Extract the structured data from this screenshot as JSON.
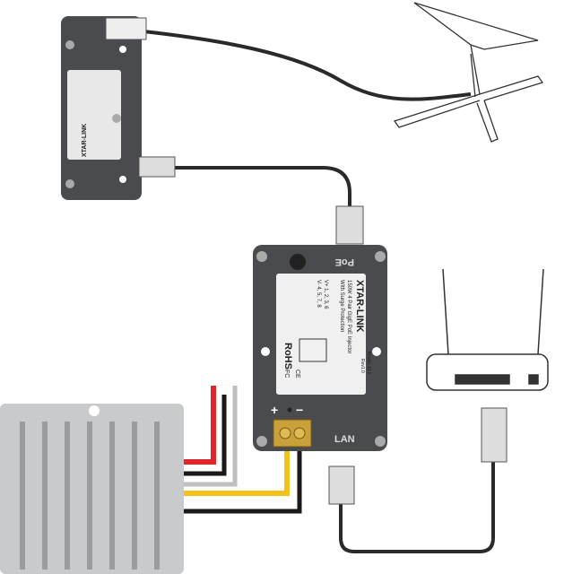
{
  "injector": {
    "brand": "XTAR-LINK",
    "title_line1": "150W 4 Pair GigE PoE Injector",
    "title_line2": "With Surge Protection",
    "pinout_positive": "V+ 1, 2, 3, 6",
    "pinout_negative": "V- 4, 5, 7, 8",
    "model": "Model: EL1",
    "rev": "Rev1.0",
    "rohs": "RoHS",
    "ce": "CE",
    "fcc": "FC",
    "port_poe": "PoE",
    "port_lan": "LAN",
    "terminal_plus": "+",
    "terminal_minus": "−"
  },
  "adapter": {
    "brand": "XTAR-LINK"
  },
  "colors": {
    "device_body": "#4a4b4e",
    "wire_red": "#e0262a",
    "wire_yellow": "#f2c21b",
    "wire_black": "#1a1a1a",
    "wire_gray": "#bfbfbf",
    "terminal_brass": "#c9a13a",
    "converter_aluminum": "#c8cacc"
  }
}
